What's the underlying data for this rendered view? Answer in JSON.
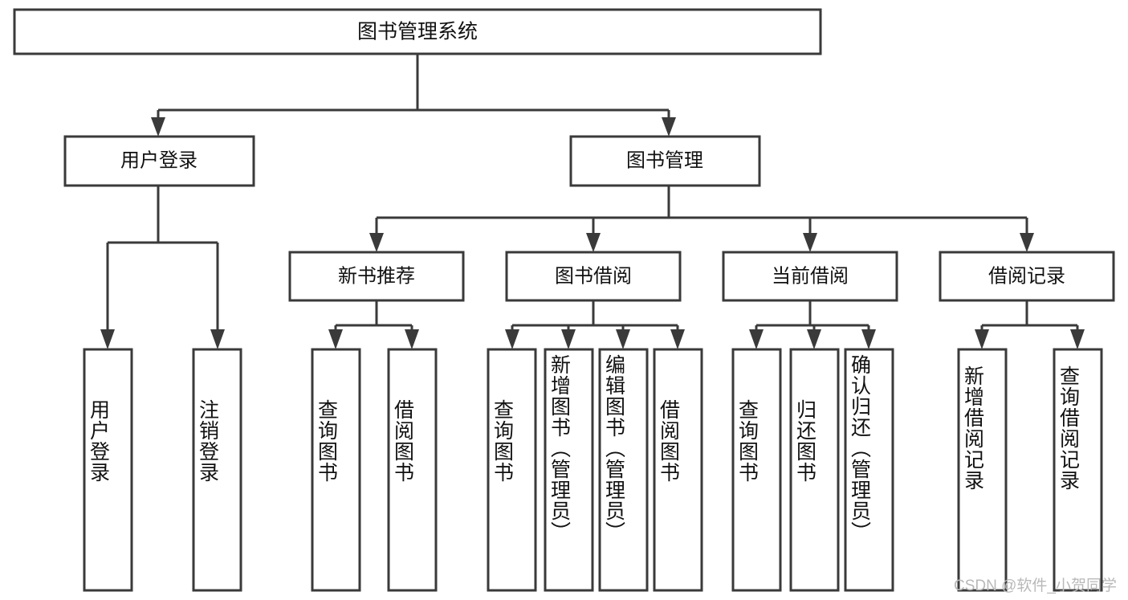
{
  "diagram": {
    "type": "tree",
    "title": "图书管理系统",
    "watermark": "CSDN @软件_小贺同学",
    "colors": {
      "box_stroke": "#3a3a3a",
      "box_fill": "#ffffff",
      "text": "#111111",
      "connector": "#3a3a3a",
      "watermark": "#b9b9b9",
      "background": "#ffffff"
    },
    "levels": {
      "root": "图书管理系统",
      "level2": [
        "用户登录",
        "图书管理"
      ],
      "level3": [
        "新书推荐",
        "图书借阅",
        "当前借阅",
        "借阅记录"
      ],
      "leaves": [
        "用户登录",
        "注销登录",
        "查询图书",
        "借阅图书",
        "查询图书",
        "新增图书（管理员）",
        "编辑图书（管理员）",
        "借阅图书",
        "查询图书",
        "归还图书",
        "确认归还（管理员）",
        "新增借阅记录",
        "查询借阅记录"
      ]
    },
    "nodes": {
      "root": {
        "label": "图书管理系统"
      },
      "user_login": {
        "label": "用户登录"
      },
      "book_manage": {
        "label": "图书管理"
      },
      "new_book_rec": {
        "label": "新书推荐"
      },
      "book_borrow": {
        "label": "图书借阅"
      },
      "current_borrow": {
        "label": "当前借阅"
      },
      "borrow_record": {
        "label": "借阅记录"
      },
      "leaf_user_login": {
        "label": "用户登录"
      },
      "leaf_logout": {
        "label": "注销登录"
      },
      "leaf_query_book_1": {
        "label": "查询图书"
      },
      "leaf_borrow_book_1": {
        "label": "借阅图书"
      },
      "leaf_query_book_2": {
        "label": "查询图书"
      },
      "leaf_add_book": {
        "label": "新增图书（管理员）"
      },
      "leaf_edit_book": {
        "label": "编辑图书（管理员）"
      },
      "leaf_borrow_book_2": {
        "label": "借阅图书"
      },
      "leaf_query_book_3": {
        "label": "查询图书"
      },
      "leaf_return_book": {
        "label": "归还图书"
      },
      "leaf_confirm_return": {
        "label": "确认归还（管理员）"
      },
      "leaf_add_record": {
        "label": "新增借阅记录"
      },
      "leaf_query_record": {
        "label": "查询借阅记录"
      }
    },
    "edges": [
      {
        "from": "root",
        "to": "user_login"
      },
      {
        "from": "root",
        "to": "book_manage"
      },
      {
        "from": "user_login",
        "to": "leaf_user_login"
      },
      {
        "from": "user_login",
        "to": "leaf_logout"
      },
      {
        "from": "book_manage",
        "to": "new_book_rec"
      },
      {
        "from": "book_manage",
        "to": "book_borrow"
      },
      {
        "from": "book_manage",
        "to": "current_borrow"
      },
      {
        "from": "book_manage",
        "to": "borrow_record"
      },
      {
        "from": "new_book_rec",
        "to": "leaf_query_book_1"
      },
      {
        "from": "new_book_rec",
        "to": "leaf_borrow_book_1"
      },
      {
        "from": "book_borrow",
        "to": "leaf_query_book_2"
      },
      {
        "from": "book_borrow",
        "to": "leaf_add_book"
      },
      {
        "from": "book_borrow",
        "to": "leaf_edit_book"
      },
      {
        "from": "book_borrow",
        "to": "leaf_borrow_book_2"
      },
      {
        "from": "current_borrow",
        "to": "leaf_query_book_3"
      },
      {
        "from": "current_borrow",
        "to": "leaf_return_book"
      },
      {
        "from": "current_borrow",
        "to": "leaf_confirm_return"
      },
      {
        "from": "borrow_record",
        "to": "leaf_add_record"
      },
      {
        "from": "borrow_record",
        "to": "leaf_query_record"
      }
    ]
  }
}
